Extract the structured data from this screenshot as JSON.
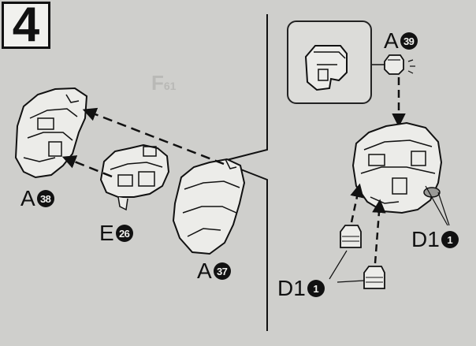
{
  "step": {
    "number": "4"
  },
  "parts": {
    "a38": {
      "letter": "A",
      "num": "38"
    },
    "e26": {
      "letter": "E",
      "num": "26"
    },
    "a37": {
      "letter": "A",
      "num": "37"
    },
    "a39": {
      "letter": "A",
      "num": "39"
    },
    "d1_right": {
      "letter": "D1",
      "num": "1"
    },
    "d1_bottom": {
      "letter": "D1",
      "num": "1"
    }
  },
  "bleed_through": {
    "f_label": "F",
    "f_num": "61"
  },
  "colors": {
    "paper": "#cfcfcc",
    "ink": "#111111",
    "part_fill": "#ecece9",
    "detail_box": "#dcdcd9"
  }
}
